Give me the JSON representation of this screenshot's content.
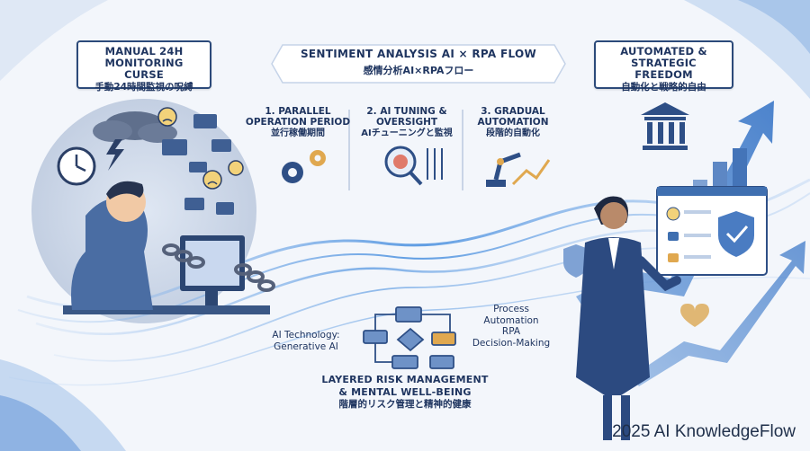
{
  "left_box": {
    "line1": "MANUAL 24H",
    "line2": "MONITORING CURSE",
    "jp": "手動24時間監視の呪縛"
  },
  "center_banner": {
    "en": "SENTIMENT ANALYSIS AI × RPA FLOW",
    "jp": "感情分析AI×RPAフロー"
  },
  "right_box": {
    "line1": "AUTOMATED &",
    "line2": "STRATEGIC FREEDOM",
    "jp": "自動化と戦略的自由"
  },
  "steps": [
    {
      "line1": "1. PARALLEL",
      "line2": "OPERATION PERIOD",
      "jp": "並行稼働期間"
    },
    {
      "line1": "2. AI TUNING &",
      "line2": "OVERSIGHT",
      "jp": "AIチューニングと監視"
    },
    {
      "line1": "3. GRADUAL",
      "line2": "AUTOMATION",
      "jp": "段階的自動化"
    }
  ],
  "ai_tech": {
    "line1": "AI Technology:",
    "line2": "Generative AI"
  },
  "process": {
    "line1": "Process",
    "line2": "Automation",
    "line3": "RPA",
    "line4": "Decision-Making"
  },
  "risk": {
    "line1": "LAYERED RISK MANAGEMENT",
    "line2": "& MENTAL WELL-BEING",
    "jp": "階層的リスク管理と精神的健康"
  },
  "footer": {
    "brand": "2025 AI KnowledgeFlow"
  },
  "colors": {
    "navy": "#1f3560",
    "accent_blue": "#3f7fd0",
    "light_blue": "#bcd3f0",
    "bg": "#f3f6fb"
  },
  "icons": [
    "clock-icon",
    "lightning-icon",
    "storm-cloud-icon",
    "sad-face-icon",
    "angry-face-icon",
    "chat-bubble-icon",
    "chain-icon",
    "gears-icon",
    "brain-magnifier-icon",
    "robot-arm-icon",
    "bank-icon",
    "shield-check-icon",
    "thumbs-up-icon",
    "heart-icon",
    "smile-icon",
    "growth-arrow-icon",
    "flowchart-icon"
  ]
}
